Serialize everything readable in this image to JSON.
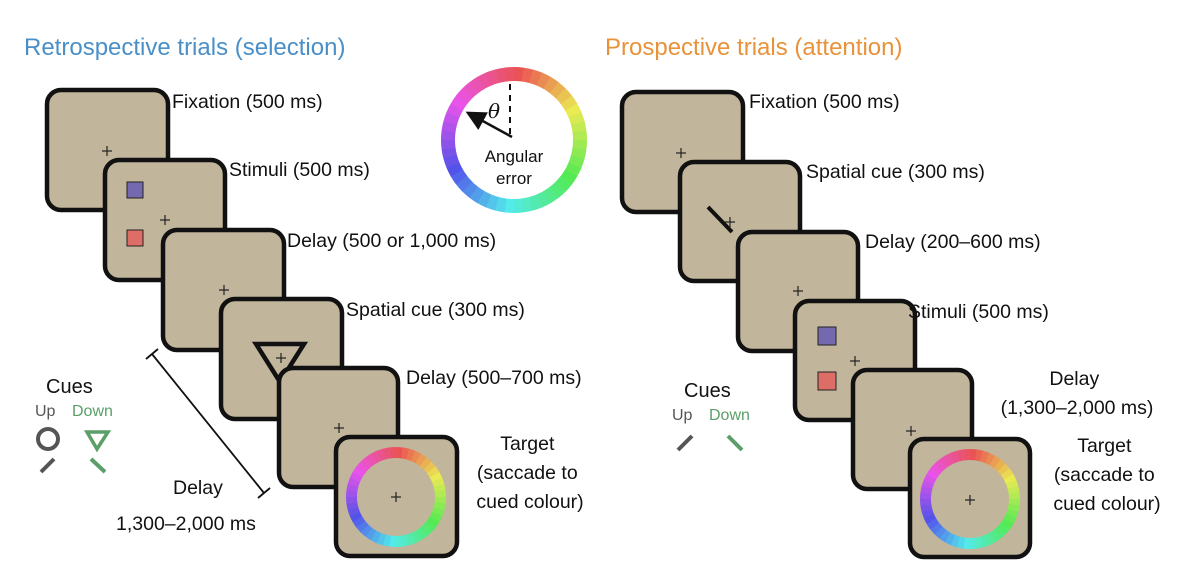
{
  "colors": {
    "retro_title": "#4a8fc7",
    "pro_title": "#e8923a",
    "screen_fill": "#c1b59b",
    "stim_blue": "#7469ae",
    "stim_red": "#dc6e67",
    "cue_up": "#555555",
    "cue_down": "#5b9e68"
  },
  "retrospective": {
    "title": "Retrospective trials (selection)",
    "steps": [
      {
        "label": "Fixation (500 ms)"
      },
      {
        "label": "Stimuli (500 ms)"
      },
      {
        "label": "Delay (500 or 1,000 ms)"
      },
      {
        "label": "Spatial cue (300 ms)"
      },
      {
        "label": "Delay (500–700 ms)"
      },
      {
        "label_lines": [
          "Target",
          "(saccade to",
          "cued colour)"
        ]
      }
    ],
    "delay_bracket": {
      "line1": "Delay",
      "line2": "1,300–2,000 ms"
    },
    "cues": {
      "title": "Cues",
      "up": "Up",
      "down": "Down",
      "up_symbol": "circle",
      "down_symbol": "triangle"
    }
  },
  "wheel_legend": {
    "symbol": "θ",
    "line1": "Angular",
    "line2": "error"
  },
  "prospective": {
    "title": "Prospective trials (attention)",
    "steps": [
      {
        "label": "Fixation (500 ms)"
      },
      {
        "label": "Spatial cue (300 ms)"
      },
      {
        "label": "Delay (200–600 ms)"
      },
      {
        "label": "Stimuli (500 ms)"
      },
      {
        "label_lines": [
          "Delay",
          "(1,300–2,000 ms)"
        ]
      },
      {
        "label_lines": [
          "Target",
          "(saccade to",
          "cued colour)"
        ]
      }
    ],
    "cues": {
      "title": "Cues",
      "up": "Up",
      "down": "Down"
    }
  }
}
